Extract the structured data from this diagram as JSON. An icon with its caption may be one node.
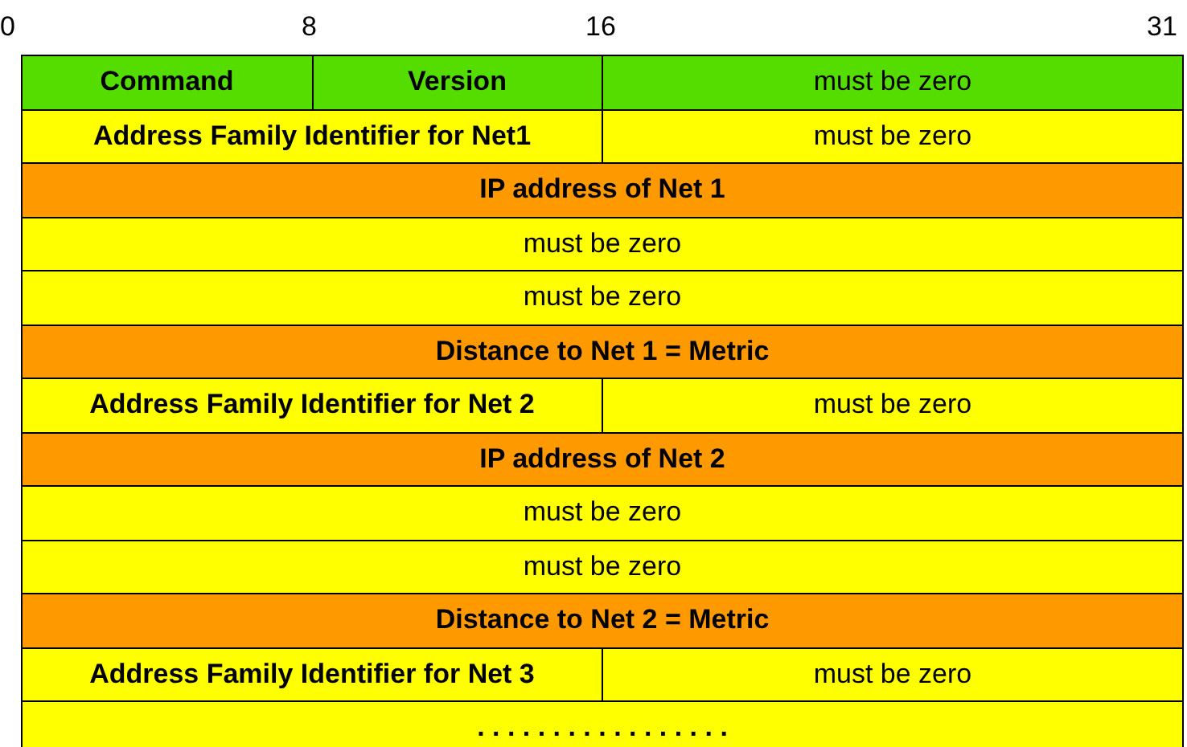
{
  "diagram": {
    "labels": [
      "0",
      "8",
      "16",
      "31",
      "Command",
      "Version",
      "must be zero",
      "Address Family Identifier for Net1",
      "must be zero",
      "IP address of Net 1",
      "must be zero",
      "must be zero",
      "Distance to Net 1 = Metric",
      "Address Family Identifier for Net 2",
      "must be zero",
      "IP address of Net 2",
      "must be zero",
      "must be zero",
      "Distance to Net 2 = Metric",
      "Address Family Identifier for Net 3",
      "must be zero",
      ". . . . . . . . . . . . . . . . ."
    ]
  }
}
